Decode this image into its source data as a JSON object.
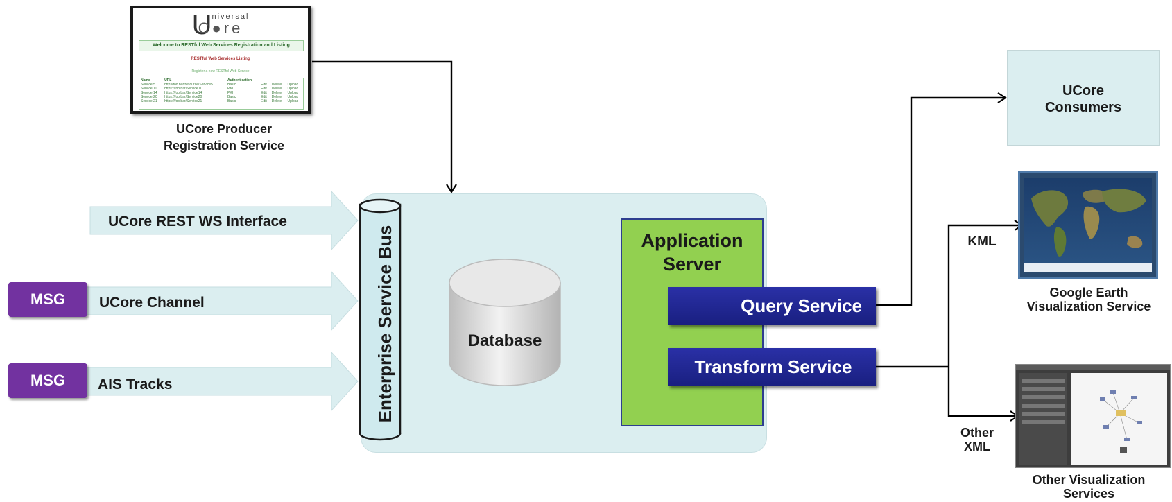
{
  "registration": {
    "logo_letter": "U",
    "logo_small": "niversal",
    "logo_core": "C●re",
    "welcome": "Welcome to RESTful Web Services Registration and Listing",
    "subtitle": "RESTful Web Services Listing",
    "register_link": "Register a new RESTful Web Service",
    "columns": [
      "Name",
      "URL",
      "Authentication",
      "",
      "",
      ""
    ],
    "rows": [
      [
        "Service 5",
        "http://foo.bar/resource/Service5",
        "Basic",
        "Edit",
        "Delete",
        "Upload"
      ],
      [
        "Service 11",
        "https://foo.bar/Service11",
        "PKI",
        "Edit",
        "Delete",
        "Upload"
      ],
      [
        "Service 14",
        "https://foo.bar/Service14",
        "PKI",
        "Edit",
        "Delete",
        "Upload"
      ],
      [
        "Service 20",
        "https://foo.bar/Service20",
        "Basic",
        "Edit",
        "Delete",
        "Upload"
      ],
      [
        "Service 21",
        "https://foo.bar/Service21",
        "Basic",
        "Edit",
        "Delete",
        "Upload"
      ]
    ],
    "caption_line1": "UCore Producer",
    "caption_line2": "Registration Service"
  },
  "inputs": {
    "rest_interface": "UCore REST WS Interface",
    "msg1": "MSG",
    "channel": "UCore Channel",
    "msg2": "MSG",
    "ais": "AIS Tracks"
  },
  "core": {
    "esb": "Enterprise Service Bus",
    "database": "Database",
    "app_server_line1": "Application",
    "app_server_line2": "Server",
    "query_service": "Query Service",
    "transform_service": "Transform Service"
  },
  "outputs": {
    "consumers_line1": "UCore",
    "consumers_line2": "Consumers",
    "kml": "KML",
    "google_line1": "Google Earth",
    "google_line2": "Visualization Service",
    "other_xml_line1": "Other",
    "other_xml_line2": "XML",
    "other_vis_line1": "Other  Visualization",
    "other_vis_line2": "Services"
  },
  "colors": {
    "msg": "#7232a0",
    "service": "#1f2590",
    "app_server": "#92d050",
    "container": "#dbeef0",
    "arrow_fill": "#dbeef0"
  }
}
